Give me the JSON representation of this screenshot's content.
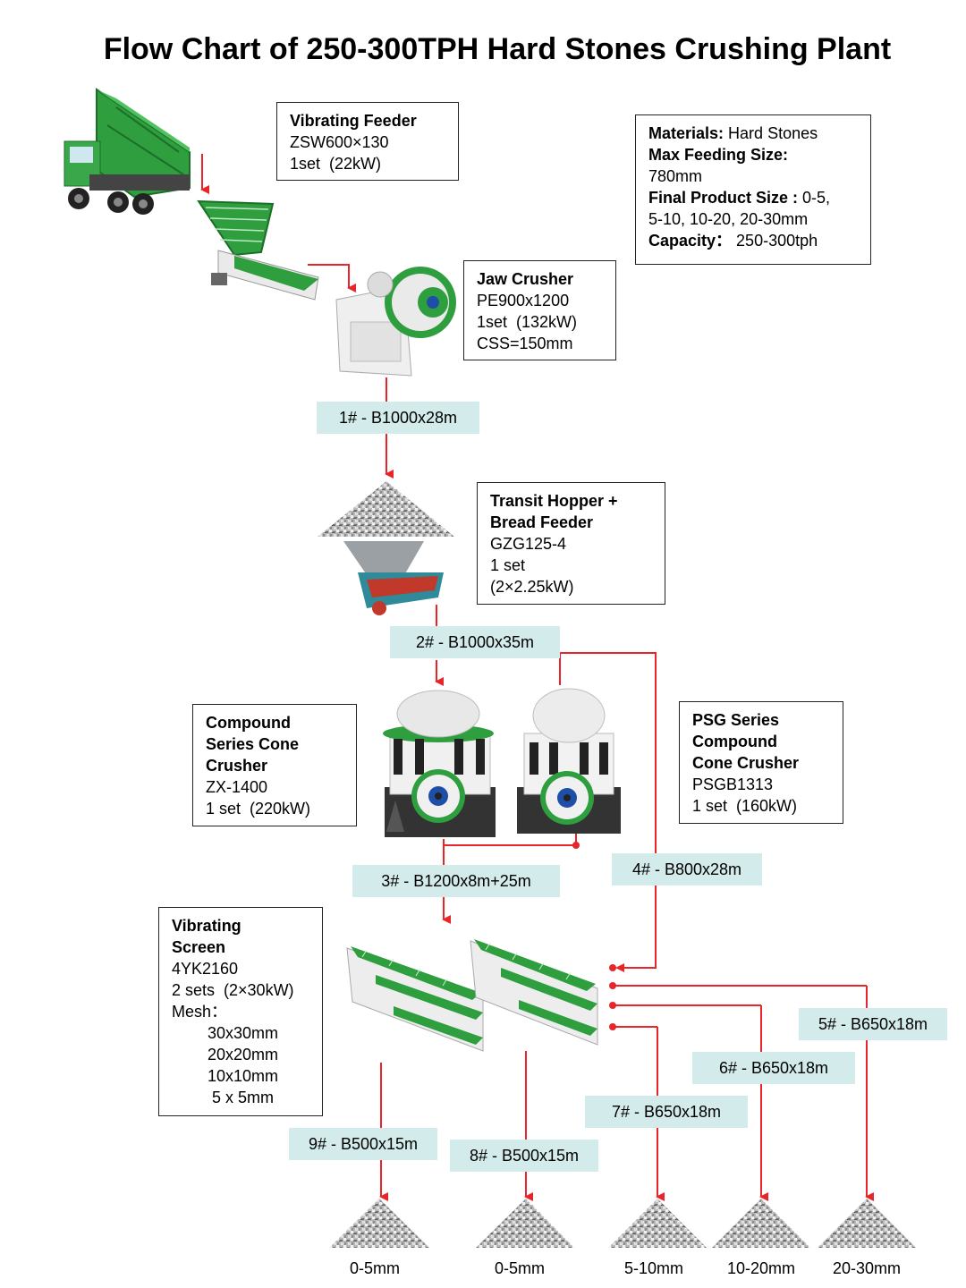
{
  "title": "Flow Chart of 250-300TPH Hard Stones Crushing Plant",
  "info": {
    "materials_label": "Materials:",
    "materials_value": " Hard Stones",
    "max_feed_label": "Max Feeding Size:",
    "max_feed_value": "780mm",
    "final_size_label": "Final Product Size :",
    "final_size_value_1": " 0-5,",
    "final_size_value_2": "5-10, 10-20, 20-30mm",
    "capacity_label": "Capacity：",
    "capacity_value": "  250-300tph"
  },
  "equipment": {
    "vibrating_feeder": {
      "name": "Vibrating Feeder",
      "lines": [
        "ZSW600×130",
        "1set  (22kW)"
      ]
    },
    "jaw_crusher": {
      "name": "Jaw Crusher",
      "lines": [
        "PE900x1200",
        "1set  (132kW)",
        "CSS=150mm"
      ]
    },
    "transit_hopper": {
      "name_1": "Transit Hopper +",
      "name_2": "Bread Feeder",
      "lines": [
        "GZG125-4",
        "1 set",
        "(2×2.25kW)"
      ]
    },
    "compound_cone": {
      "name_1": "Compound",
      "name_2": "Series Cone",
      "name_3": "Crusher",
      "lines": [
        "ZX-1400",
        "1 set  (220kW)"
      ]
    },
    "psg_cone": {
      "name_1": "PSG Series",
      "name_2": "Compound",
      "name_3": "Cone Crusher",
      "lines": [
        "PSGB1313",
        "1 set  (160kW)"
      ]
    },
    "vibrating_screen": {
      "name_1": "Vibrating",
      "name_2": "Screen",
      "lines": [
        "4YK2160",
        "2 sets  (2×30kW)",
        "Mesh：",
        "        30x30mm",
        "        20x20mm",
        "        10x10mm",
        "         5 x 5mm"
      ]
    }
  },
  "belts": {
    "b1": "1# - B1000x28m",
    "b2": "2# - B1000x35m",
    "b3": "3# - B1200x8m+25m",
    "b4": "4# - B800x28m",
    "b5": "5# - B650x18m",
    "b6": "6# - B650x18m",
    "b7": "7# - B650x18m",
    "b8": "8# - B500x15m",
    "b9": "9# - B500x15m"
  },
  "products": [
    "0-5mm",
    "0-5mm",
    "5-10mm",
    "10-20mm",
    "20-30mm"
  ],
  "colors": {
    "flow_line": "#e8262a",
    "belt_bg": "#d3ebeb",
    "machine_green": "#2e9e3e",
    "box_border": "#222222"
  }
}
